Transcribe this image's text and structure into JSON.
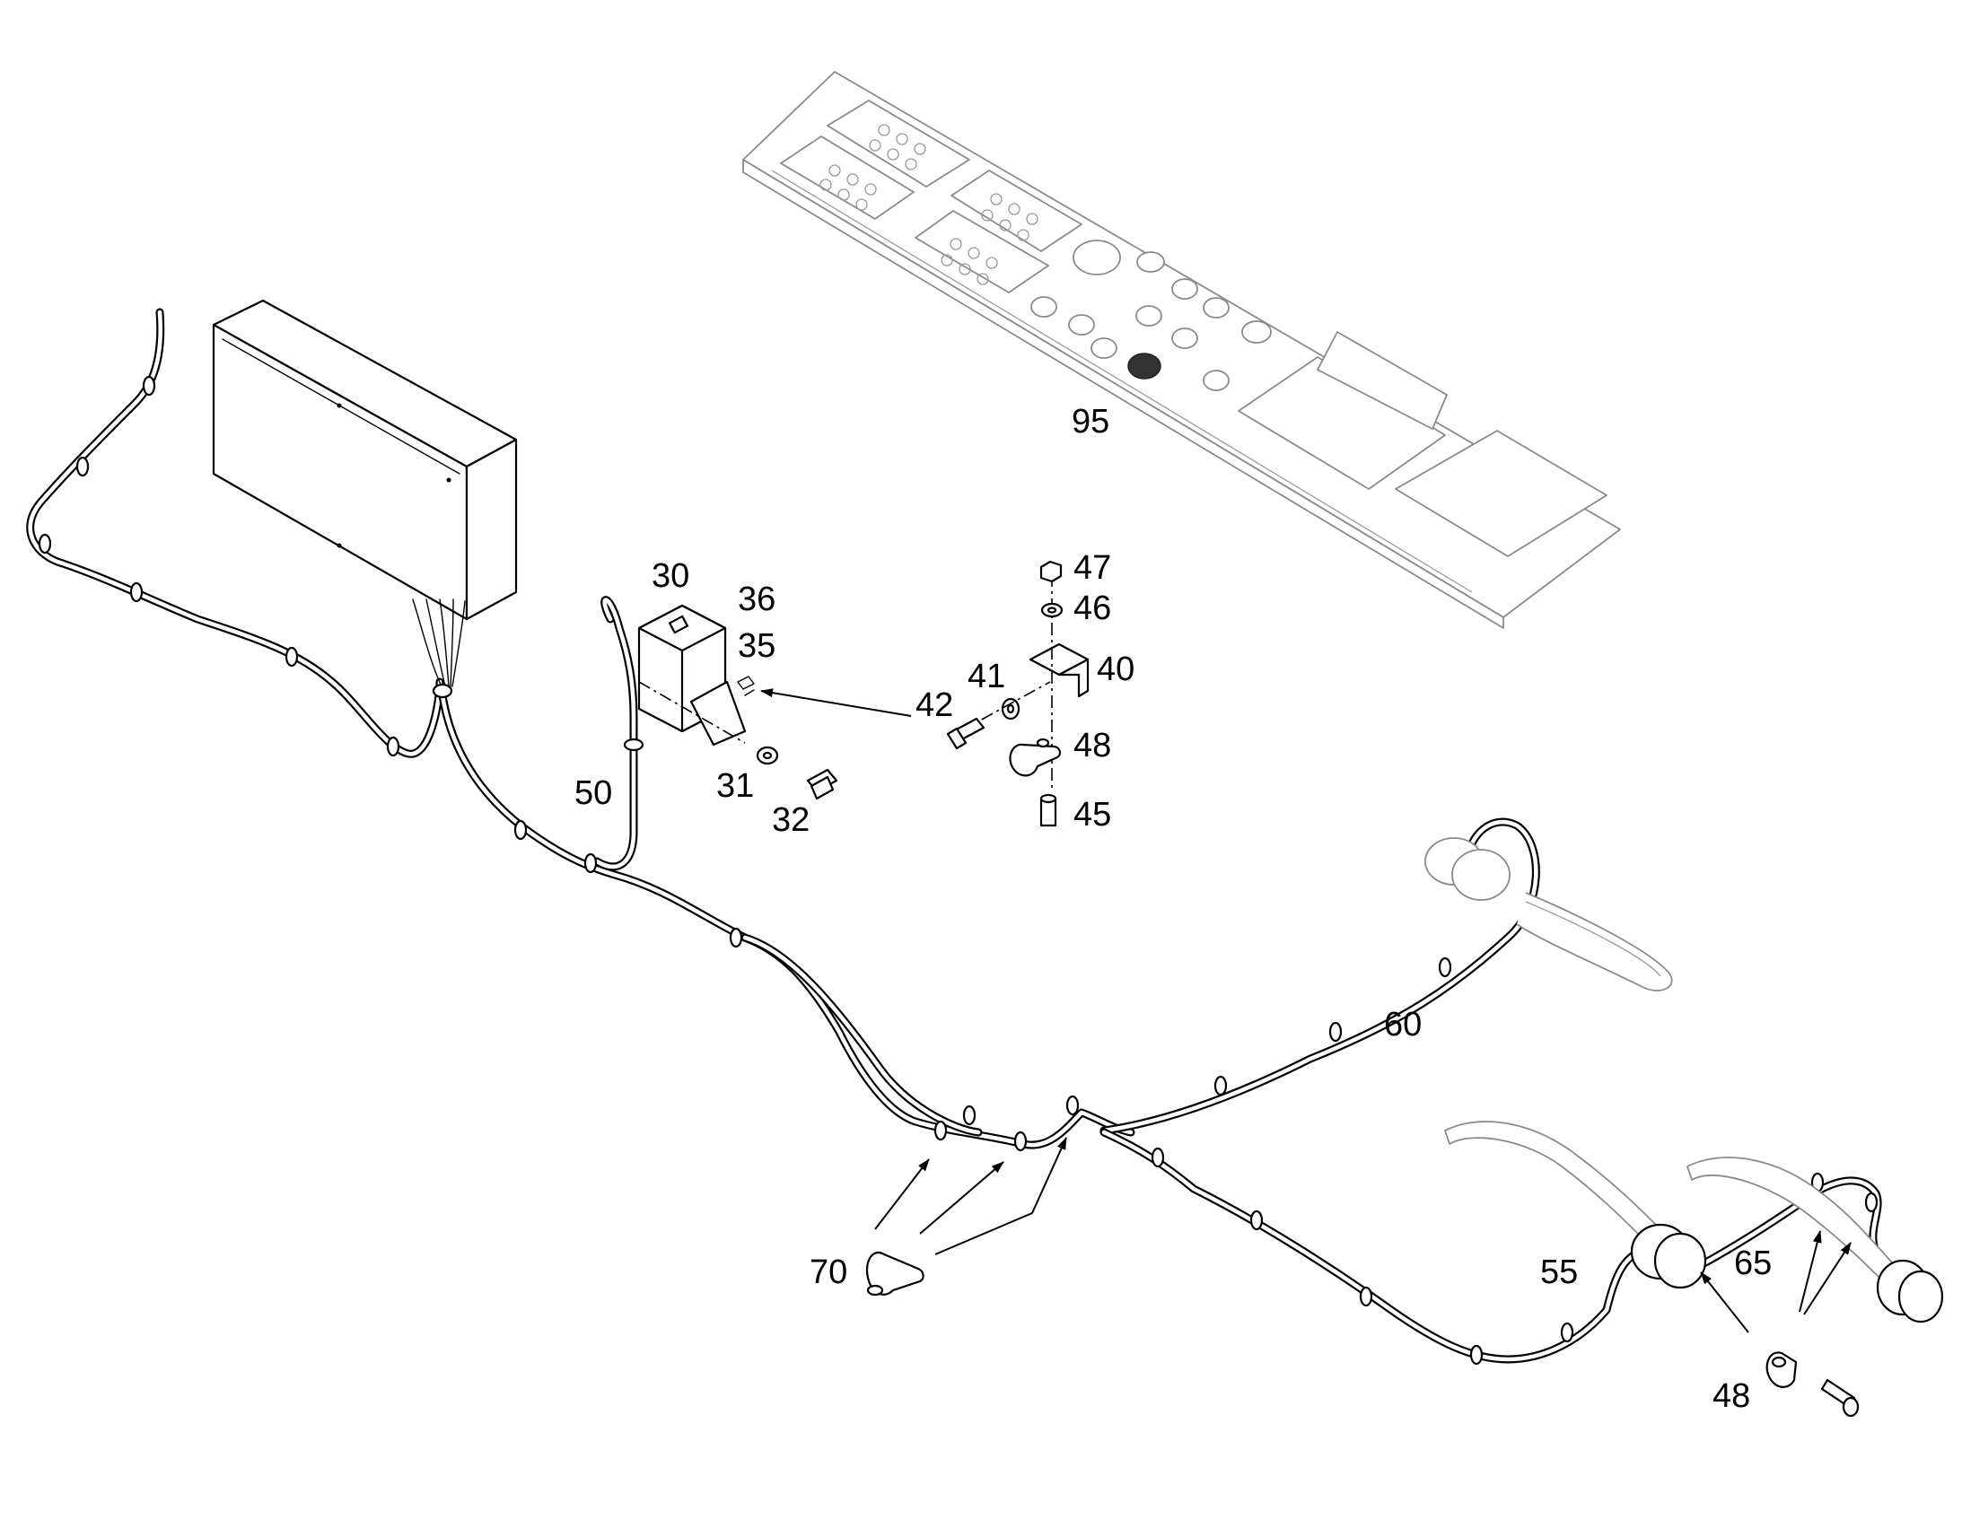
{
  "callouts": {
    "c30": "30",
    "c36": "36",
    "c35": "35",
    "c31": "31",
    "c32": "32",
    "c50": "50",
    "c42": "42",
    "c41": "41",
    "c40": "40",
    "c47": "47",
    "c46": "46",
    "c48a": "48",
    "c45": "45",
    "c95": "95",
    "c60": "60",
    "c70": "70",
    "c55": "55",
    "c65": "65",
    "c48b": "48"
  },
  "icons": {
    "control_box": "control-box-icon",
    "control_panel": "control-panel-icon",
    "switch": "switch-icon",
    "bracket": "bracket-icon",
    "heating_element": "heating-element-icon",
    "cable_clip": "cable-clip-icon"
  }
}
